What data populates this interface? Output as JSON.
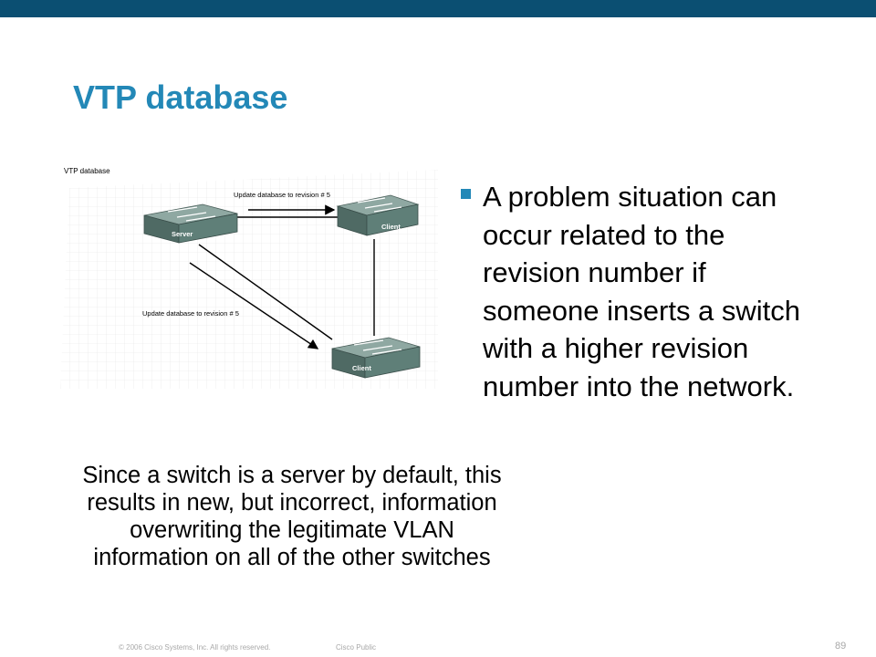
{
  "slide": {
    "title": "VTP database",
    "bullet": "A problem situation can occur related to the revision number if someone inserts a switch with a higher revision number into the network.",
    "body": "Since a switch is a server by default, this results in new, but incorrect, information overwriting the legitimate VLAN information on all of the other switches",
    "footer_copyright": "© 2006 Cisco Systems, Inc. All rights reserved.",
    "footer_classification": "Cisco Public",
    "page_number": "89"
  },
  "figure": {
    "caption": "VTP database",
    "arrow_label_top": "Update database to revision # 5",
    "arrow_label_bottom": "Update database to revision # 5",
    "server_label": "Server",
    "client_top_label": "Client",
    "client_bottom_label": "Client"
  },
  "colors": {
    "top_bar": "#0b4f72",
    "title": "#2388b7",
    "bullet": "#2388b7",
    "switch_front": "#5f7f78",
    "switch_top": "#8fa8a2"
  }
}
